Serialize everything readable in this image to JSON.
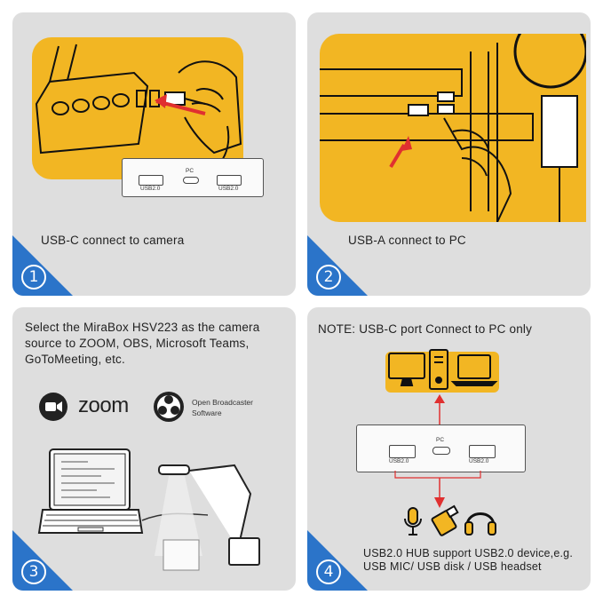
{
  "panels": {
    "p1": {
      "caption": "USB-C connect to camera",
      "number": "1",
      "hub": {
        "pc": "PC",
        "left_port": "USB2.0",
        "right_port": "USB2.0"
      }
    },
    "p2": {
      "caption": "USB-A connect to PC",
      "number": "2"
    },
    "p3": {
      "line1": "Select the MiraBox HSV223 as the camera",
      "line2": "source to ZOOM, OBS, Microsoft Teams,",
      "line3": "GoToMeeting, etc.",
      "zoom_logo": "zoom",
      "obs_line1": "Open Broadcaster",
      "obs_line2": "Software",
      "number": "3"
    },
    "p4": {
      "note": "NOTE: USB-C port  Connect to PC only",
      "hub": {
        "pc": "PC",
        "left_port": "USB2.0",
        "right_port": "USB2.0"
      },
      "line1": "USB2.0 HUB support USB2.0 device,e.g.",
      "line2": "USB MIC/ USB disk / USB headset",
      "number": "4"
    }
  },
  "colors": {
    "accent": "#2b74c9",
    "yellow": "#f2b623",
    "arrow": "#e03030",
    "panel_bg": "#dedede"
  }
}
